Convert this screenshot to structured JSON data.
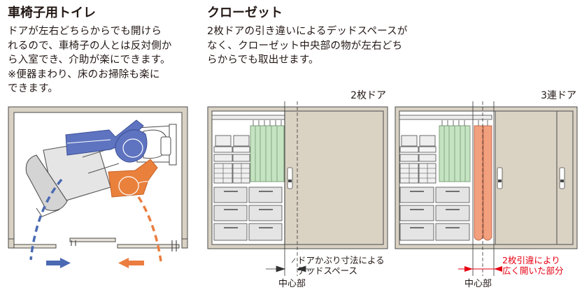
{
  "toilet": {
    "title": "車椅子用トイレ",
    "body": "ドアが左右どちらからでも開けら\nれるので、車椅子の人とは反対側か\nら入室でき、介助が楽にできます。\n※便器まわり、床のお掃除も楽に\nできます。"
  },
  "closet": {
    "title": "クローゼット",
    "body": "2枚ドアの引き違いによるデッドスペースが\nなく、クローゼット中央部の物が左右どち\nらからでも取出せます。",
    "two_door": {
      "label": "2枚ドア",
      "dead_space_label": "ドアかぶり寸法による\nデッドスペース",
      "center_label": "中心部"
    },
    "three_door": {
      "label": "3連ドア",
      "open_label": "2枚引違により\n広く開いた部分",
      "center_label": "中心部"
    }
  },
  "colors": {
    "wall": "#d9d2c4",
    "door": "#dad2c3",
    "shelf": "#e4e4e4",
    "garment_green": "#c5e4c2",
    "garment_orange": "#f2a07d",
    "person_blue": "#5e74c0",
    "person_orange": "#e9813c",
    "arrow_blue": "#4b6ab3",
    "arrow_orange": "#ea7d3f",
    "red_text": "#e60012"
  }
}
